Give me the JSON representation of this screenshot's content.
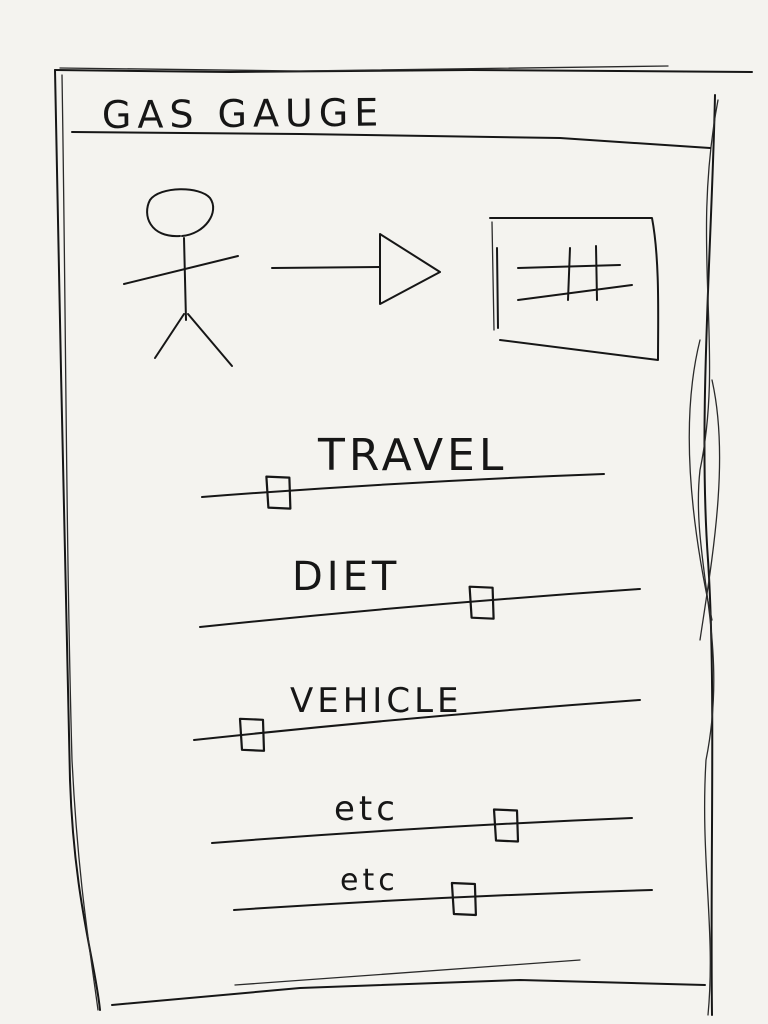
{
  "app": {
    "title": "GAS GAUGE"
  },
  "hero": {
    "avatar_icon": "person-icon",
    "arrow_icon": "arrow-right-icon",
    "result_icon": "hash-icon"
  },
  "sliders": [
    {
      "label": "TRAVEL",
      "value": 0.19
    },
    {
      "label": "DIET",
      "value": 0.64
    },
    {
      "label": "VEHICLE",
      "value": 0.13
    },
    {
      "label": "etc",
      "value": 0.7
    },
    {
      "label": "etc",
      "value": 0.55
    }
  ],
  "colors": {
    "paper": "#f4f3ef",
    "ink": "#161616"
  }
}
